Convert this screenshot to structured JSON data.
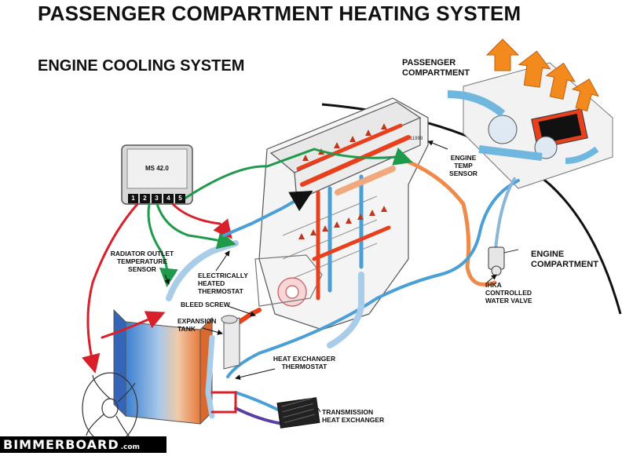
{
  "title": "PASSENGER COMPARTMENT HEATING SYSTEM",
  "subtitle": "ENGINE COOLING SYSTEM",
  "control_unit": {
    "label": "MS 42.0",
    "pins": [
      "1",
      "2",
      "3",
      "4",
      "5"
    ]
  },
  "labels": {
    "passenger_compartment": "PASSENGER COMPARTMENT",
    "engine_compartment": "ENGINE COMPARTMENT",
    "engine_temp_sensor": "ENGINE TEMP SENSOR",
    "radiator_outlet_sensor": "RADIATOR OUTLET TEMPERATURE SENSOR",
    "thermostat": "ELECTRICALLY HEATED THERMOSTAT",
    "bleed_screw": "BLEED SCREW",
    "expansion_tank": "EXPANSION TANK",
    "heat_exchanger_thermostat": "HEAT EXCHANGER THERMOSTAT",
    "water_valve": "IHKA CONTROLLED WATER VALVE",
    "transmission_heat_exchanger": "TRANSMISSION HEAT EXCHANGER",
    "part_number": "11999"
  },
  "watermark": {
    "brand": "BIMMERBOARD",
    "suffix": ".com"
  },
  "colors": {
    "hot_coolant": "#e8401c",
    "warm_coolant": "#f08a4b",
    "cold_coolant": "#4a9fd6",
    "signal_red": "#d8202a",
    "signal_green": "#1e9a4a",
    "hot_air": "#f28a1e",
    "cool_air": "#6fb7df"
  }
}
